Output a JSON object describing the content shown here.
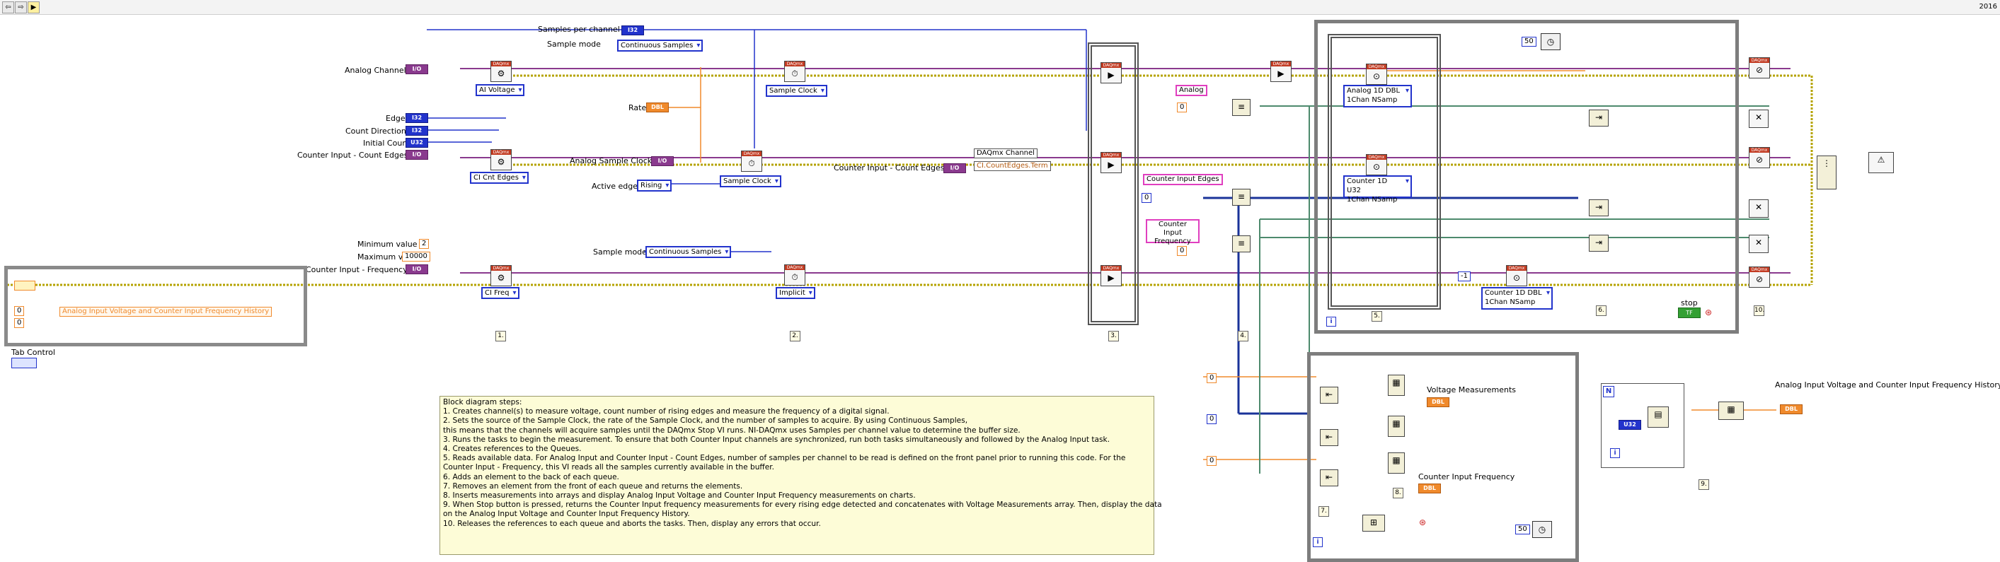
{
  "toolbar": {
    "corner_label": "2016",
    "icons": [
      "arrow-left-icon",
      "arrow-right-icon",
      "run-icon"
    ]
  },
  "controls": {
    "samples_per_channel": "Samples per channel",
    "sample_mode_1": "Sample mode",
    "sample_mode_1_value": "Continuous Samples",
    "analog_channel": "Analog Channel",
    "ai_voltage": "AI Voltage",
    "sample_clock_1": "Sample Clock",
    "rate": "Rate",
    "edge": "Edge",
    "count_direction": "Count Direction",
    "initial_count": "Initial Count",
    "counter_input_count_edges": "Counter Input - Count Edges",
    "analog_sample_clock": "Analog Sample Clock",
    "ci_cnt_edges": "CI Cnt Edges",
    "active_edge": "Active edge",
    "active_edge_value": "Rising",
    "sample_clock_2": "Sample Clock",
    "counter_input_count_edges_2": "Counter Input - Count Edges",
    "daqmx_channel": "DAQmx Channel",
    "ci_countedges_term": "CI.CountEdges.Term",
    "minimum_value": "Minimum value",
    "minimum_value_value": "2",
    "maximum_value": "Maximum value",
    "maximum_value_value": "10000",
    "counter_input_frequency": "Counter Input - Frequency",
    "ci_freq": "CI Freq",
    "sample_mode_2": "Sample mode",
    "sample_mode_2_value": "Continuous Samples",
    "implicit": "Implicit",
    "tab_control": "Tab Control",
    "history_label": "Analog Input Voltage and Counter Input Frequency History",
    "hist_zero_1": "0",
    "hist_zero_2": "0"
  },
  "queue_section": {
    "analog": "Analog",
    "analog_zero": "0",
    "counter_input_edges": "Counter Input Edges",
    "edges_zero": "0",
    "counter_input_frequency": "Counter Input Frequency",
    "freq_zero": "0",
    "timeout_value": "50",
    "analog_1d_dbl": "Analog 1D DBL",
    "one_chan_nsamp_1": "1Chan NSamp",
    "counter_1d_u32": "Counter 1D U32",
    "one_chan_nsamp_2": "1Chan NSamp",
    "counter_1d_dbl": "Counter 1D DBL",
    "one_chan_nsamp_3": "1Chan NSamp",
    "neg_one": "-1",
    "stop": "stop",
    "stop_bool": "TF"
  },
  "consumer_section": {
    "zero_a": "0",
    "zero_b": "0",
    "zero_c": "0",
    "voltage_measurements": "Voltage Measurements",
    "counter_input_frequency": "Counter Input Frequency",
    "wait_value": "50",
    "u32": "U32",
    "analog_input_history": "Analog Input Voltage and Counter Input Frequency History",
    "dbl_1": "DBL",
    "dbl_2": "DBL",
    "dbl_3": "DBL"
  },
  "steps": [
    "1.",
    "2.",
    "3.",
    "4.",
    "5.",
    "6.",
    "7.",
    "8.",
    "9.",
    "10."
  ],
  "iteration": "i",
  "terminal_types": {
    "i32": "I32",
    "u32": "U32",
    "dbl": "DBL",
    "ring": "I/O"
  },
  "comments": [
    "Block diagram steps:",
    "1. Creates channel(s) to measure voltage, count number of rising edges and measure the frequency of a digital signal.",
    "2. Sets the source of the Sample Clock, the rate of the Sample Clock, and the number of samples to acquire. By using Continuous Samples,",
    "this means that the channels will acquire samples until the DAQmx Stop VI runs. NI-DAQmx uses Samples per channel value to determine the buffer size.",
    "3. Runs the tasks to begin the measurement. To ensure that both Counter Input channels are synchronized, run both tasks simultaneously and followed by the Analog Input task.",
    "4. Creates references to the Queues.",
    "5. Reads available data. For Analog Input and Counter Input - Count Edges, number of samples per channel to be read is defined on the front panel prior to running this code. For the",
    "Counter Input - Frequency, this VI reads all the samples currently available in the buffer.",
    "6. Adds an element to the back of each queue.",
    "7. Removes an element from the front of each queue and returns the elements.",
    "8. Inserts measurements into arrays and display Analog Input Voltage and Counter Input Frequency measurements on charts.",
    "9. When Stop button is pressed, returns the Counter Input frequency measurements for every rising edge detected and concatenates with Voltage Measurements array. Then, display the data",
    "on the Analog Input Voltage and Counter Input Frequency History.",
    "10. Releases the references to each queue and aborts the tasks. Then, display any errors that occur."
  ]
}
